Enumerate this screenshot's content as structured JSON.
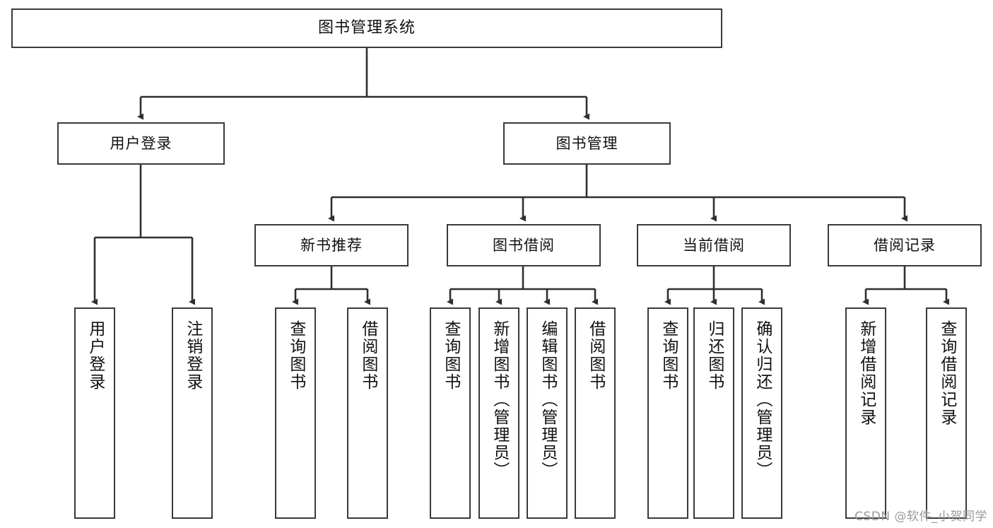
{
  "diagram": {
    "title": "图书管理系统",
    "type": "tree-hierarchy-chart",
    "watermark": "CSDN @软件_小贺同学",
    "colors": {
      "box_border": "#3a3a3a",
      "box_fill": "#ffffff",
      "edge": "#2f2f2f",
      "text": "#111111",
      "watermark": "#9a9a9a"
    },
    "nodes": {
      "root": {
        "label": "图书管理系统"
      },
      "level2": [
        {
          "label": "用户登录"
        },
        {
          "label": "图书管理"
        }
      ],
      "level3": [
        {
          "label": "新书推荐"
        },
        {
          "label": "图书借阅"
        },
        {
          "label": "当前借阅"
        },
        {
          "label": "借阅记录"
        }
      ],
      "leaves": {
        "user_login": [
          {
            "label": "用户登录"
          },
          {
            "label": "注销登录"
          }
        ],
        "new_book_recommend": [
          {
            "label": "查询图书"
          },
          {
            "label": "借阅图书"
          }
        ],
        "book_borrow": [
          {
            "label": "查询图书"
          },
          {
            "label": "新增图书（管理员）"
          },
          {
            "label": "编辑图书（管理员）"
          },
          {
            "label": "借阅图书"
          }
        ],
        "current_borrow": [
          {
            "label": "查询图书"
          },
          {
            "label": "归还图书"
          },
          {
            "label": "确认归还（管理员）"
          }
        ],
        "borrow_records": [
          {
            "label": "新增借阅记录"
          },
          {
            "label": "查询借阅记录"
          }
        ]
      }
    }
  }
}
